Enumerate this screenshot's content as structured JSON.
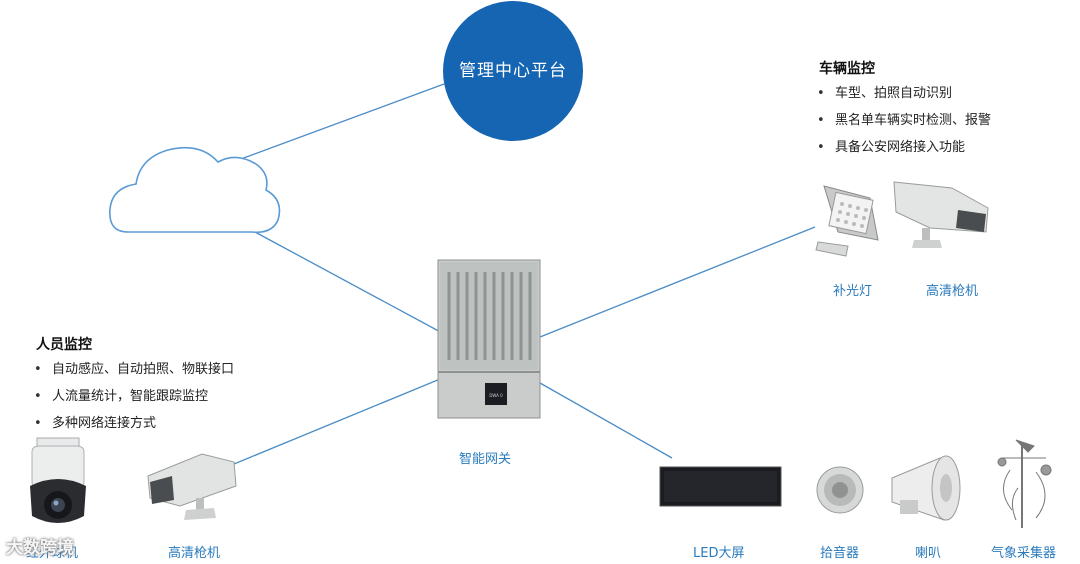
{
  "hub": {
    "label": "管理中心平台"
  },
  "gateway": {
    "label": "智能网关",
    "device_tag": "DWA 0"
  },
  "vehicle_block": {
    "title": "车辆监控",
    "items": [
      "车型、拍照自动识别",
      "黑名单车辆实时检测、报警",
      "具备公安网络接入功能"
    ]
  },
  "person_block": {
    "title": "人员监控",
    "items": [
      "自动感应、自动拍照、物联接口",
      "人流量统计，智能跟踪监控",
      "多种网络连接方式"
    ]
  },
  "devices": {
    "fill_light": "补光灯",
    "hd_camera_right": "高清枪机",
    "infrared_dome": "红外球机",
    "hd_camera_left": "高清枪机",
    "led_screen": "LED大屏",
    "pickup": "拾音器",
    "speaker": "喇叭",
    "weather": "气象采集器"
  },
  "watermark": "大数跨境",
  "colors": {
    "line": "#4a8cc6",
    "hub": "#1665b2",
    "label": "#2a7bbd"
  }
}
